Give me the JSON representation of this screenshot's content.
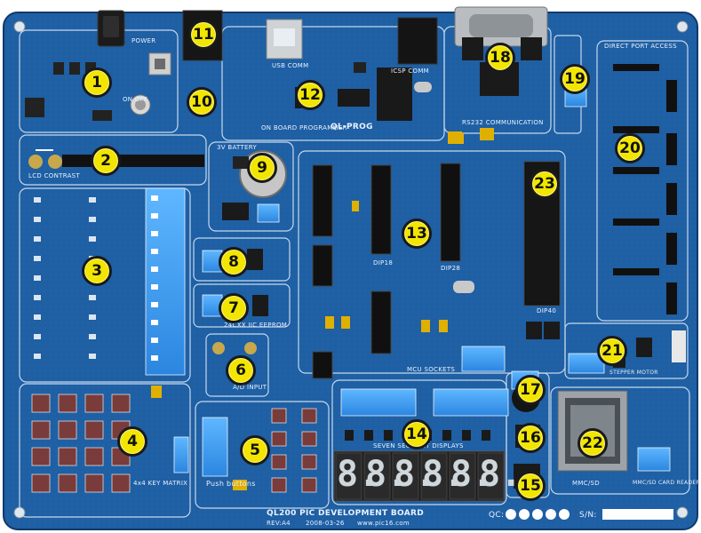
{
  "board": {
    "title": "QL200 PIC DEVELOPMENT BOARD",
    "rev": "REV:A4",
    "date": "2008-03-26",
    "web": "www.pic16.com",
    "qc_label": "QC:",
    "sn_label": "S/N:",
    "board_color": "#1f5fa3",
    "marker_color": "#f2e600"
  },
  "silkscreen": {
    "power": "POWER",
    "on_off": "ON OFF",
    "usb_comm": "USB COMM",
    "ee_prog": "ICSP COMM",
    "on_board_programmer": "ON BOARD PROGRAMMER",
    "ql_prog": "QL-PROG",
    "rs232": "RS232 COMMUNICATION",
    "direct_port_access": "DIRECT PORT ACCESS",
    "battery": "3V BATTERY",
    "lcd_contrast": "LCD CONTRAST",
    "mcu_sockets": "MCU SOCKETS",
    "seven_segment": "SEVEN SEGMENT DISPLAYS",
    "key_matrix": "4x4 KEY MATRIX",
    "push_buttons": "Push buttons",
    "mmc_sd": "MMC/SD",
    "mmc_sd_reader": "MMC/SD CARD READER",
    "stepper_motor": "STEPPER MOTOR",
    "ad_input": "A/D INPUT",
    "eeprom": "24CXX IIC EEPROM",
    "dip40": "DIP40",
    "dip18": "DIP18",
    "dip28": "DIP28"
  },
  "markers": [
    "1",
    "2",
    "3",
    "4",
    "5",
    "6",
    "7",
    "8",
    "9",
    "10",
    "11",
    "12",
    "13",
    "14",
    "15",
    "16",
    "17",
    "18",
    "19",
    "20",
    "21",
    "22",
    "23"
  ],
  "display_digits": [
    "8.",
    "8.",
    "8.",
    "8.",
    "8.",
    "8."
  ]
}
